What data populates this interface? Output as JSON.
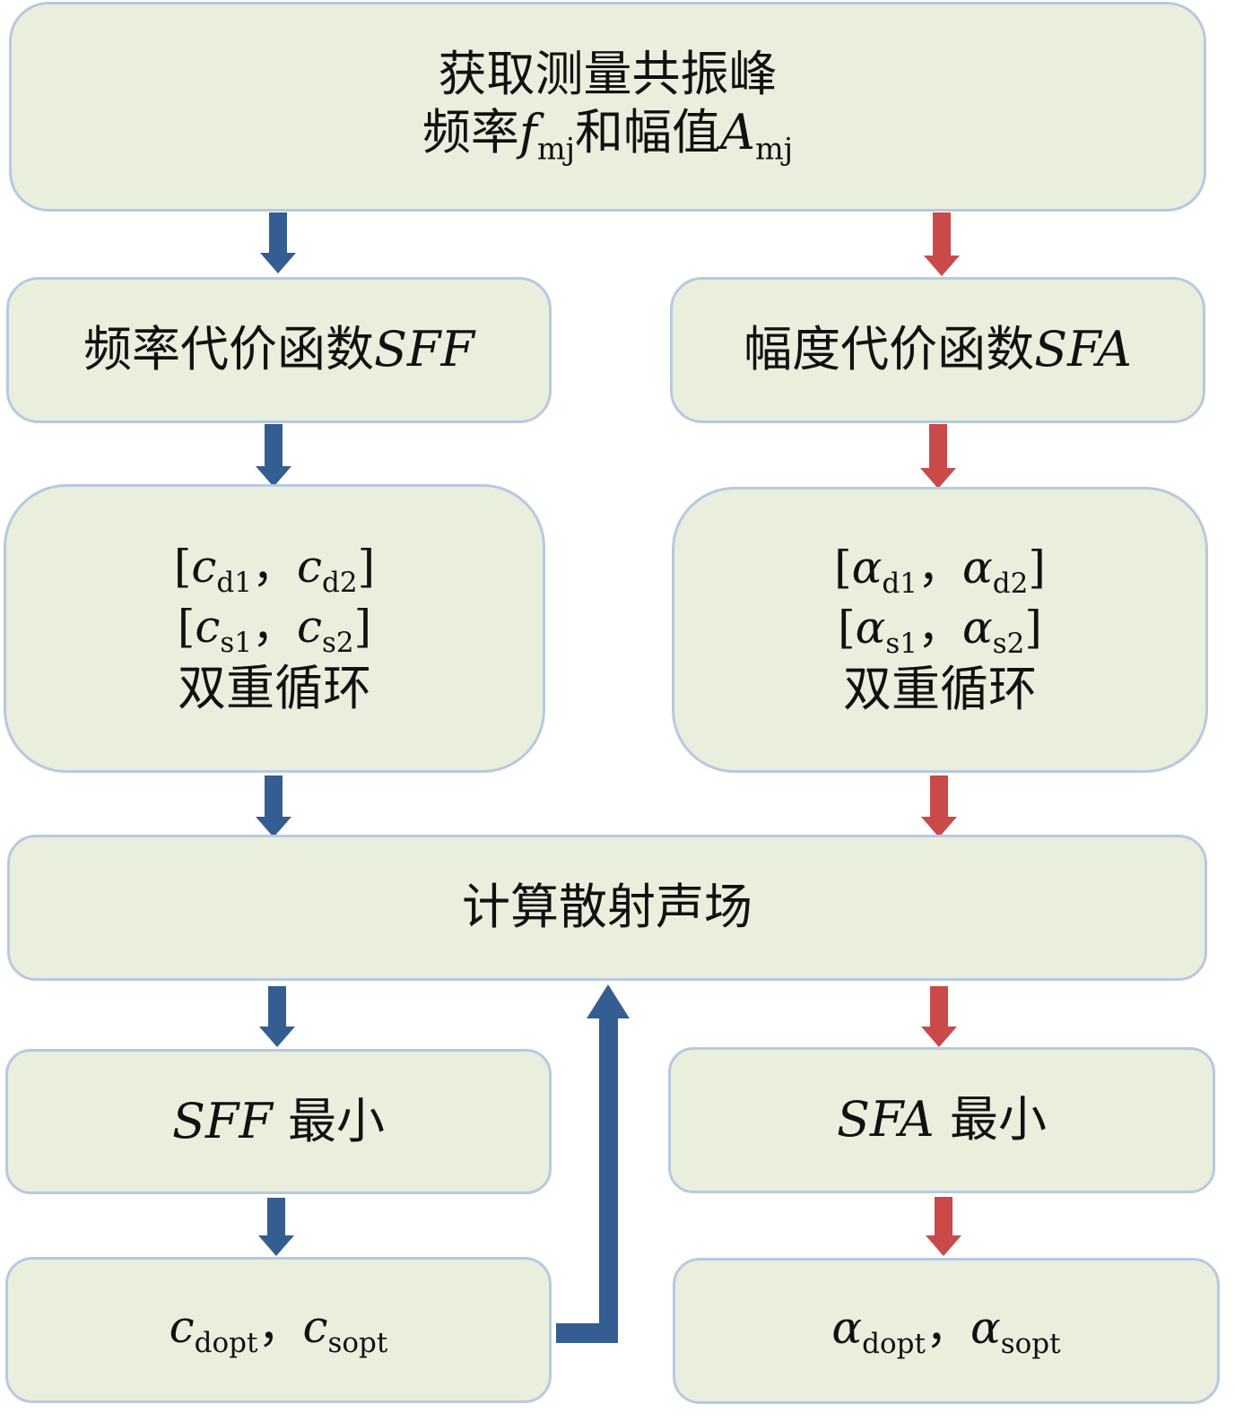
{
  "colors": {
    "box_fill": "#e9efdc",
    "box_border": "#b7c9e2",
    "arrow_left": "#345d91",
    "arrow_right": "#c94a48"
  },
  "top": {
    "line1": "获取测量共振峰",
    "line2_a": "频率",
    "f_sym": "f",
    "f_sub": "mj",
    "line2_b": "和幅值",
    "a_sym": "A",
    "a_sub": "mj"
  },
  "left": {
    "cost_label": "频率代价函数",
    "cost_sym": "SFF",
    "loop": {
      "open": "[",
      "close": "]",
      "sep": "，",
      "sym": "c",
      "r1_s1": "d1",
      "r1_s2": "d2",
      "r2_s1": "s1",
      "r2_s2": "s2",
      "label": "双重循环"
    },
    "min_sym": "SFF",
    "min_label": "最小",
    "result_sym": "c",
    "result_s1": "dopt",
    "result_sep": "，",
    "result_s2": "sopt"
  },
  "right": {
    "cost_label": "幅度代价函数",
    "cost_sym": "SFA",
    "loop": {
      "open": "[",
      "close": "]",
      "sep": "，",
      "sym": "α",
      "r1_s1": "d1",
      "r1_s2": "d2",
      "r2_s1": "s1",
      "r2_s2": "s2",
      "label": "双重循环"
    },
    "min_sym": "SFA",
    "min_label": "最小",
    "result_sym": "α",
    "result_s1": "dopt",
    "result_sep": "，",
    "result_s2": "sopt"
  },
  "middle": {
    "label": "计算散射声场"
  }
}
